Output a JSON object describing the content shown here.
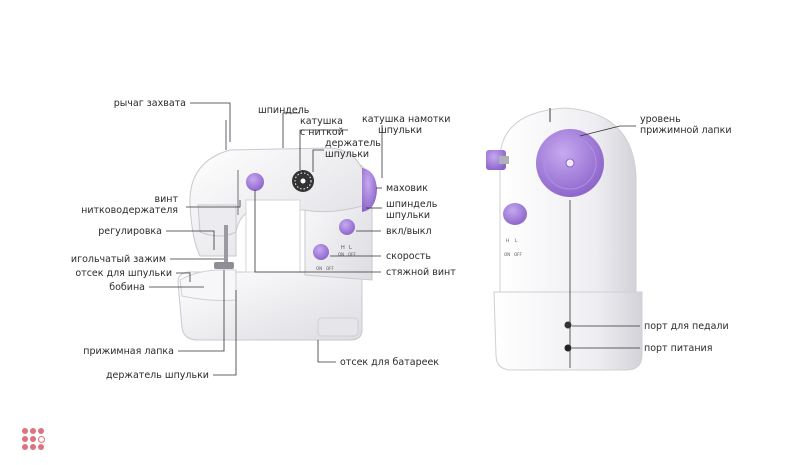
{
  "labels_front": {
    "grab_lever": "рычаг захвата",
    "spindle": "шпиндель",
    "thread_spool_1": "катушка",
    "thread_spool_2": "с ниткой",
    "spool_holder_1": "держатель",
    "spool_holder_2": "шпульки",
    "bobbin_winder_1": "катушка намотки",
    "bobbin_winder_2": "шпульки",
    "thread_guide_screw_1": "винт",
    "thread_guide_screw_2": "нитководержателя",
    "handwheel": "маховик",
    "bobbin_spindle_1": "шпиндель",
    "bobbin_spindle_2": "шпульки",
    "adjustment": "регулировка",
    "on_off": "вкл/выкл",
    "needle_clamp": "игольчатый зажим",
    "speed": "скорость",
    "bobbin_compartment": "отсек для шпульки",
    "tension_screw": "стяжной винт",
    "bobbin": "бобина",
    "presser_foot": "прижимная лапка",
    "battery_compartment": "отсек для батареек",
    "bobbin_holder": "держатель шпульки"
  },
  "labels_side": {
    "presser_level_1": "уровень",
    "presser_level_2": "прижимной лапки",
    "pedal_port": "порт для педали",
    "power_port": "порт питания"
  },
  "switch_marks": {
    "h": "H",
    "l": "L",
    "on": "ON",
    "off": "OFF"
  },
  "colors": {
    "accent_purple": "#a07cd6",
    "body_white": "#f4f4f6",
    "shadow_gray": "#d6d6dc",
    "logo_red": "#e0717e"
  },
  "icons": {
    "watermark": "dot-grid-logo-icon"
  }
}
